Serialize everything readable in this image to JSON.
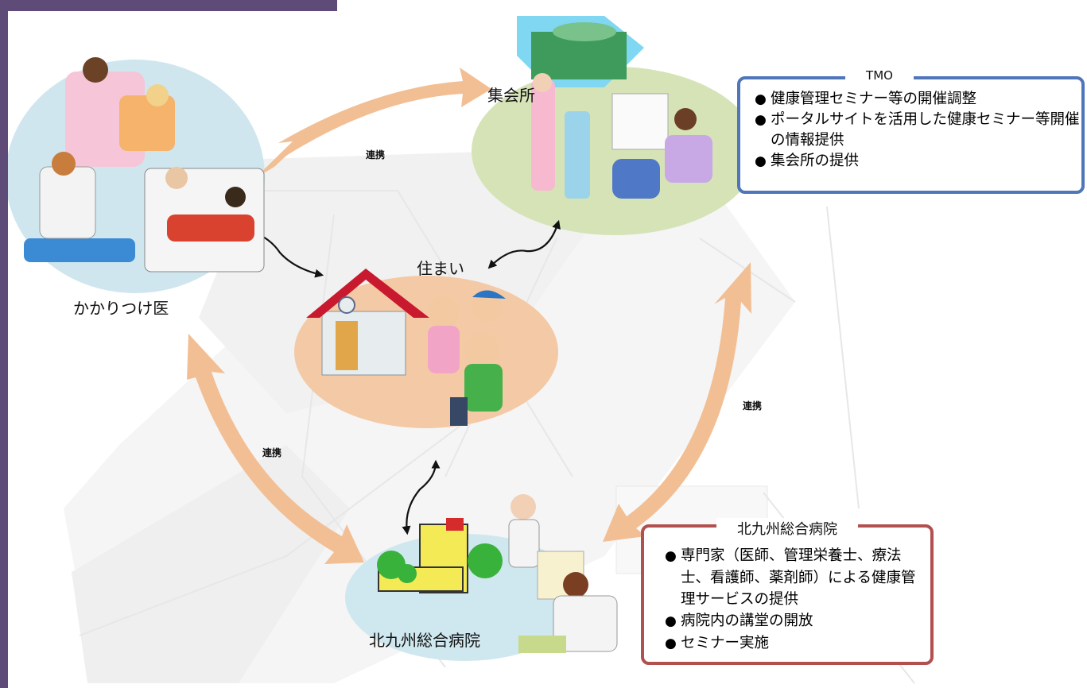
{
  "nodes": {
    "doctor": "かかりつけ医",
    "meeting_hall": "集会所",
    "home": "住まい",
    "hospital": "北九州総合病院"
  },
  "links": {
    "doctor_hall": "連携",
    "doctor_hospital": "連携",
    "hall_hospital": "連携"
  },
  "tmo_box": {
    "title": "TMO",
    "items": [
      "健康管理セミナー等の開催調整",
      "ポータルサイトを活用した健康セミナー等開催の情報提供",
      "集会所の提供"
    ]
  },
  "hospital_box": {
    "title": "北九州総合病院",
    "items": [
      "専門家（医師、管理栄養士、療法士、看護師、薬剤師）による健康管理サービスの提供",
      "病院内の講堂の開放",
      "セミナー実施"
    ]
  },
  "colors": {
    "accent_purple": "#5f4b78",
    "tmo_border": "#4f76b8",
    "hospital_border": "#b24f4f",
    "link_arrow": "#f2bf95"
  }
}
